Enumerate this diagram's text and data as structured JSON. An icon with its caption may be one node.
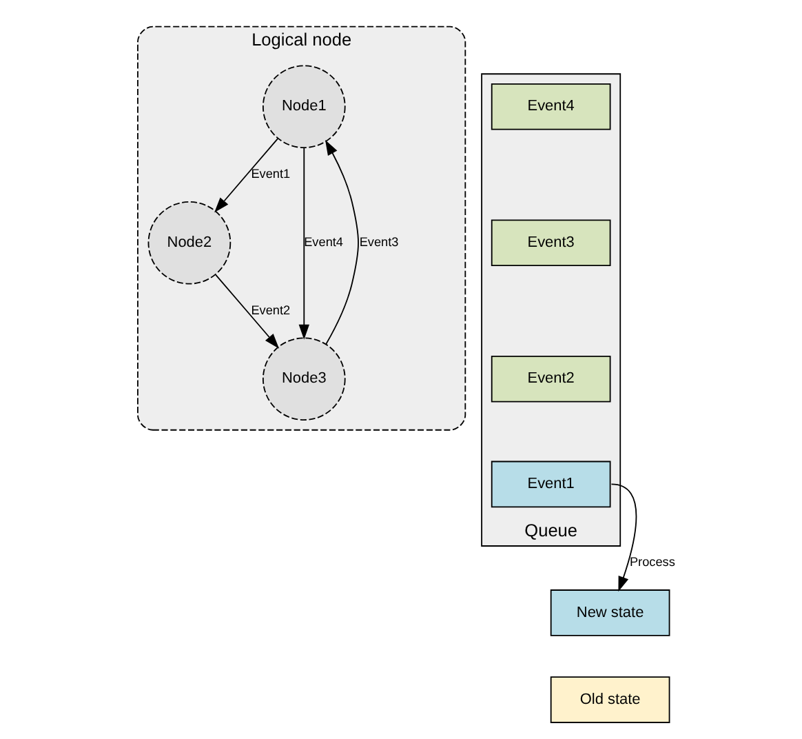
{
  "diagram": {
    "nodes": [
      {
        "text": [
          "Logical node"
        ]
      },
      {
        "text": [
          "Node1"
        ],
        "in": 0
      },
      {
        "text": [
          "Node2"
        ],
        "in": 0
      },
      {
        "text": [
          "Node3"
        ],
        "in": 0
      },
      {
        "text": [
          "Queue"
        ]
      },
      {
        "text": [
          "Event4"
        ],
        "in": 4
      },
      {
        "text": [
          "Event3"
        ],
        "in": 4
      },
      {
        "text": [
          "Event2"
        ],
        "in": 4
      },
      {
        "text": [
          "Event1"
        ],
        "in": 4
      },
      {
        "text": [
          "New state"
        ]
      },
      {
        "text": [
          "Old state"
        ]
      }
    ],
    "edges": [
      {
        "from": 1,
        "to": 2,
        "arrow": "to",
        "label": "Event1"
      },
      {
        "from": 2,
        "to": 3,
        "arrow": "to",
        "label": "Event2"
      },
      {
        "from": 3,
        "to": 1,
        "arrow": "to",
        "label": "Event3"
      },
      {
        "from": 1,
        "to": 3,
        "arrow": "to",
        "label": "Event4"
      },
      {
        "from": 8,
        "to": 9,
        "arrow": "to",
        "label": "Process"
      }
    ]
  }
}
